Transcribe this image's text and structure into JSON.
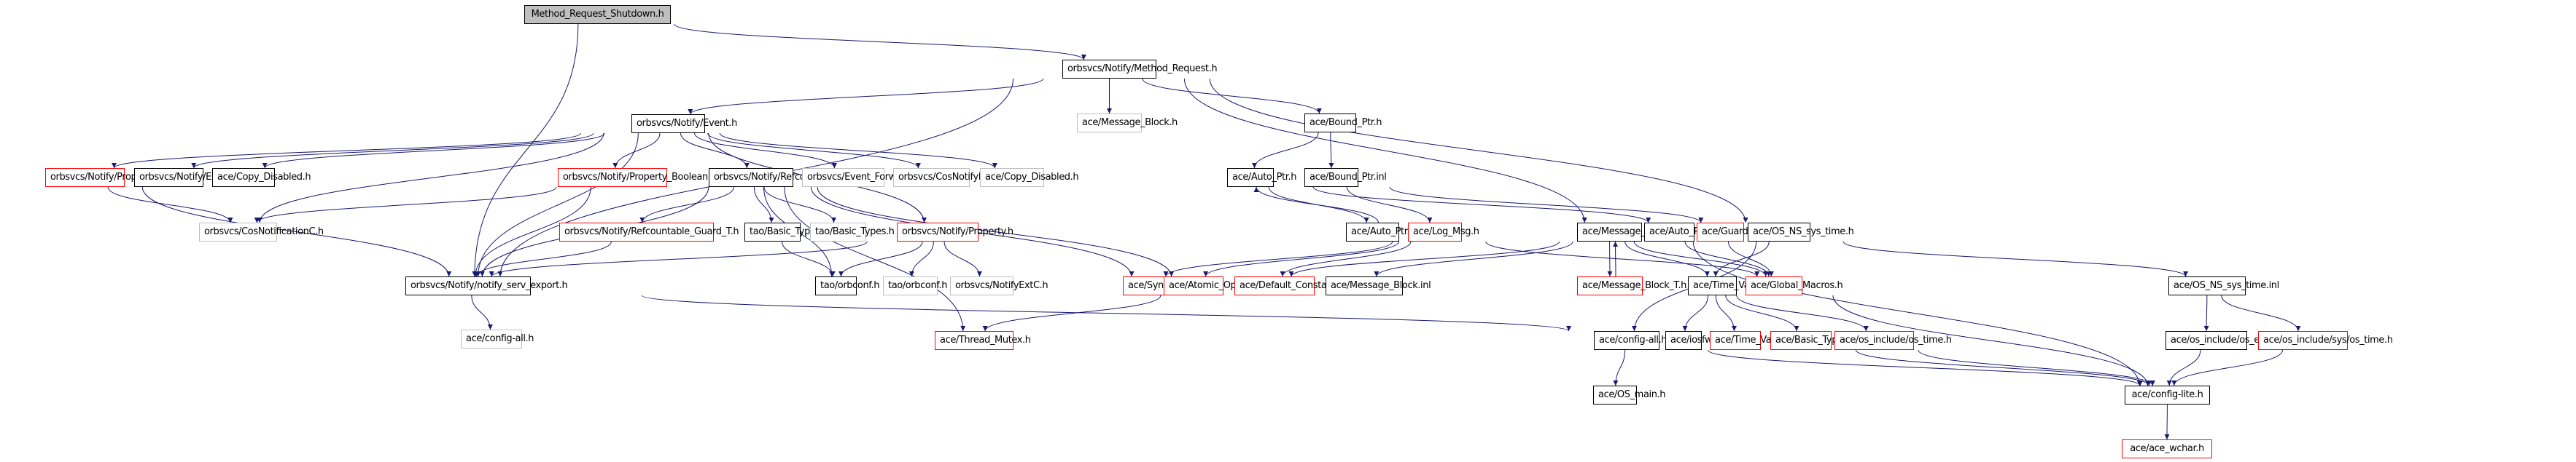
{
  "title": "Method_Request_Shutdown.h include dependency graph",
  "colors": {
    "edge": "#191970",
    "focus_fill": "#bfbfbf",
    "documented_border": "#000000",
    "truncated_border": "#ff0000",
    "undocumented_border": "#bfbfbf"
  },
  "nodes": [
    {
      "id": "n0",
      "label": "Method_Request_Shutdown.h",
      "kind": "focus"
    },
    {
      "id": "n1",
      "label": "orbsvcs/Notify/Method_Request.h",
      "kind": "doc"
    },
    {
      "id": "n2",
      "label": "ace/Message_Block.h",
      "kind": "gray"
    },
    {
      "id": "n3",
      "label": "orbsvcs/Notify/Event.h",
      "kind": "doc"
    },
    {
      "id": "n4",
      "label": "ace/Bound_Ptr.h",
      "kind": "doc"
    },
    {
      "id": "n5",
      "label": "orbsvcs/Notify/Property_T.h",
      "kind": "red"
    },
    {
      "id": "n6",
      "label": "orbsvcs/Notify/Event.inl",
      "kind": "doc"
    },
    {
      "id": "n7",
      "label": "ace/Copy_Disabled.h",
      "kind": "doc"
    },
    {
      "id": "n8",
      "label": "orbsvcs/Notify/Property_Boolean.h",
      "kind": "red"
    },
    {
      "id": "n9",
      "label": "orbsvcs/Notify/Refcountable.h",
      "kind": "doc"
    },
    {
      "id": "n10",
      "label": "orbsvcs/Event_ForwarderS.h",
      "kind": "gray"
    },
    {
      "id": "n11",
      "label": "orbsvcs/CosNotifyFilterC.h",
      "kind": "gray"
    },
    {
      "id": "n12",
      "label": "ace/Copy_Disabled.h",
      "kind": "gray"
    },
    {
      "id": "n13",
      "label": "ace/Auto_Ptr.h",
      "kind": "doc"
    },
    {
      "id": "n14",
      "label": "ace/Bound_Ptr.inl",
      "kind": "doc"
    },
    {
      "id": "n15",
      "label": "orbsvcs/CosNotificationC.h",
      "kind": "gray"
    },
    {
      "id": "n16",
      "label": "orbsvcs/Notify/Refcountable_Guard_T.h",
      "kind": "red"
    },
    {
      "id": "n17",
      "label": "tao/Basic_Types.h",
      "kind": "doc"
    },
    {
      "id": "n18",
      "label": "tao/Basic_Types.h",
      "kind": "gray"
    },
    {
      "id": "n19",
      "label": "orbsvcs/Notify/Property.h",
      "kind": "red"
    },
    {
      "id": "n20",
      "label": "ace/Auto_Ptr.cpp",
      "kind": "doc"
    },
    {
      "id": "n21",
      "label": "ace/Log_Msg.h",
      "kind": "red"
    },
    {
      "id": "n22",
      "label": "ace/Message_Block.h",
      "kind": "doc"
    },
    {
      "id": "n23",
      "label": "ace/Auto_Ptr.inl",
      "kind": "doc"
    },
    {
      "id": "n24",
      "label": "ace/Guard_T.h",
      "kind": "red"
    },
    {
      "id": "n25",
      "label": "ace/OS_NS_sys_time.h",
      "kind": "doc"
    },
    {
      "id": "n26",
      "label": "orbsvcs/Notify/notify_serv_export.h",
      "kind": "doc"
    },
    {
      "id": "n27",
      "label": "tao/orbconf.h",
      "kind": "doc"
    },
    {
      "id": "n28",
      "label": "tao/orbconf.h",
      "kind": "gray"
    },
    {
      "id": "n29",
      "label": "orbsvcs/NotifyExtC.h",
      "kind": "gray"
    },
    {
      "id": "n30",
      "label": "ace/Synch_Traits.h",
      "kind": "red"
    },
    {
      "id": "n31",
      "label": "ace/Atomic_Op.h",
      "kind": "red"
    },
    {
      "id": "n32",
      "label": "ace/Default_Constants.h",
      "kind": "red"
    },
    {
      "id": "n33",
      "label": "ace/Message_Block.inl",
      "kind": "doc"
    },
    {
      "id": "n34",
      "label": "ace/Message_Block_T.h",
      "kind": "red"
    },
    {
      "id": "n35",
      "label": "ace/Time_Value.h",
      "kind": "doc"
    },
    {
      "id": "n36",
      "label": "ace/Global_Macros.h",
      "kind": "red"
    },
    {
      "id": "n37",
      "label": "ace/OS_NS_sys_time.inl",
      "kind": "doc"
    },
    {
      "id": "n38",
      "label": "ace/config-all.h",
      "kind": "gray"
    },
    {
      "id": "n39",
      "label": "ace/Thread_Mutex.h",
      "kind": "red"
    },
    {
      "id": "n40",
      "label": "ace/config-all.h",
      "kind": "doc"
    },
    {
      "id": "n41",
      "label": "ace/iosfwd.h",
      "kind": "doc"
    },
    {
      "id": "n42",
      "label": "ace/Time_Value.inl",
      "kind": "red"
    },
    {
      "id": "n43",
      "label": "ace/Basic_Types.h",
      "kind": "red"
    },
    {
      "id": "n44",
      "label": "ace/os_include/os_time.h",
      "kind": "red"
    },
    {
      "id": "n45",
      "label": "ace/os_include/os_errno.h",
      "kind": "doc"
    },
    {
      "id": "n46",
      "label": "ace/os_include/sys/os_time.h",
      "kind": "red"
    },
    {
      "id": "n47",
      "label": "ace/OS_main.h",
      "kind": "doc"
    },
    {
      "id": "n48",
      "label": "ace/config-lite.h",
      "kind": "doc"
    },
    {
      "id": "n49",
      "label": "ace/ace_wchar.h",
      "kind": "red"
    }
  ],
  "edges": [
    [
      "n0",
      "n1"
    ],
    [
      "n0",
      "n26"
    ],
    [
      "n1",
      "n2"
    ],
    [
      "n1",
      "n3"
    ],
    [
      "n1",
      "n4"
    ],
    [
      "n1",
      "n25"
    ],
    [
      "n1",
      "n22"
    ],
    [
      "n1",
      "n26"
    ],
    [
      "n3",
      "n5"
    ],
    [
      "n3",
      "n6"
    ],
    [
      "n3",
      "n7"
    ],
    [
      "n3",
      "n8"
    ],
    [
      "n3",
      "n9"
    ],
    [
      "n3",
      "n10"
    ],
    [
      "n3",
      "n11"
    ],
    [
      "n3",
      "n12"
    ],
    [
      "n3",
      "n15"
    ],
    [
      "n3",
      "n19"
    ],
    [
      "n3",
      "n26"
    ],
    [
      "n4",
      "n13"
    ],
    [
      "n4",
      "n14"
    ],
    [
      "n5",
      "n15"
    ],
    [
      "n5",
      "n26"
    ],
    [
      "n8",
      "n15"
    ],
    [
      "n8",
      "n26"
    ],
    [
      "n9",
      "n16"
    ],
    [
      "n9",
      "n17"
    ],
    [
      "n9",
      "n18"
    ],
    [
      "n9",
      "n27"
    ],
    [
      "n9",
      "n30"
    ],
    [
      "n9",
      "n31"
    ],
    [
      "n9",
      "n39"
    ],
    [
      "n9",
      "n26"
    ],
    [
      "n13",
      "n20"
    ],
    [
      "n20",
      "n13"
    ],
    [
      "n13",
      "n23"
    ],
    [
      "n14",
      "n21"
    ],
    [
      "n14",
      "n24"
    ],
    [
      "n16",
      "n26"
    ],
    [
      "n17",
      "n27"
    ],
    [
      "n19",
      "n26"
    ],
    [
      "n19",
      "n27"
    ],
    [
      "n19",
      "n28"
    ],
    [
      "n19",
      "n29"
    ],
    [
      "n21",
      "n30"
    ],
    [
      "n21",
      "n31"
    ],
    [
      "n21",
      "n32"
    ],
    [
      "n21",
      "n36"
    ],
    [
      "n22",
      "n32"
    ],
    [
      "n22",
      "n33"
    ],
    [
      "n22",
      "n34"
    ],
    [
      "n34",
      "n22"
    ],
    [
      "n22",
      "n35"
    ],
    [
      "n22",
      "n36"
    ],
    [
      "n22",
      "n48"
    ],
    [
      "n23",
      "n36"
    ],
    [
      "n24",
      "n36"
    ],
    [
      "n25",
      "n35"
    ],
    [
      "n25",
      "n40"
    ],
    [
      "n25",
      "n37"
    ],
    [
      "n26",
      "n38"
    ],
    [
      "n26",
      "n40"
    ],
    [
      "n31",
      "n39"
    ],
    [
      "n35",
      "n41"
    ],
    [
      "n35",
      "n42"
    ],
    [
      "n35",
      "n43"
    ],
    [
      "n35",
      "n44"
    ],
    [
      "n36",
      "n48"
    ],
    [
      "n37",
      "n45"
    ],
    [
      "n37",
      "n46"
    ],
    [
      "n40",
      "n47"
    ],
    [
      "n40",
      "n48"
    ],
    [
      "n43",
      "n48"
    ],
    [
      "n44",
      "n48"
    ],
    [
      "n45",
      "n48"
    ],
    [
      "n46",
      "n48"
    ],
    [
      "n48",
      "n49"
    ]
  ]
}
